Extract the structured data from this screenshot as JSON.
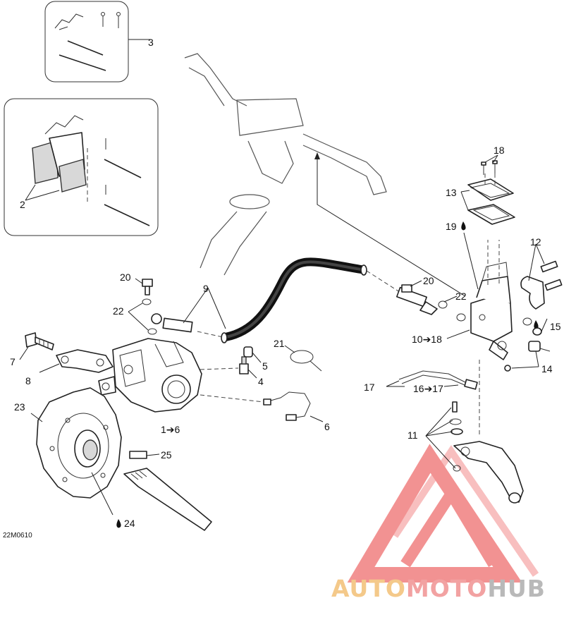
{
  "diagram": {
    "drawing_code": "22M0610",
    "callouts": [
      {
        "id": "c2",
        "text": "2"
      },
      {
        "id": "c3",
        "text": "3"
      },
      {
        "id": "c4",
        "text": "4"
      },
      {
        "id": "c5",
        "text": "5"
      },
      {
        "id": "c6",
        "text": "6"
      },
      {
        "id": "c7",
        "text": "7"
      },
      {
        "id": "c8",
        "text": "8"
      },
      {
        "id": "c9",
        "text": "9"
      },
      {
        "id": "c10",
        "text": "10➔18"
      },
      {
        "id": "c11",
        "text": "11"
      },
      {
        "id": "c12",
        "text": "12"
      },
      {
        "id": "c13",
        "text": "13"
      },
      {
        "id": "c14",
        "text": "14"
      },
      {
        "id": "c15",
        "text": "15"
      },
      {
        "id": "c16",
        "text": "16➔17"
      },
      {
        "id": "c17",
        "text": "17"
      },
      {
        "id": "c18",
        "text": "18"
      },
      {
        "id": "c19",
        "text": "19"
      },
      {
        "id": "c20a",
        "text": "20"
      },
      {
        "id": "c20b",
        "text": "20"
      },
      {
        "id": "c21",
        "text": "21"
      },
      {
        "id": "c22a",
        "text": "22"
      },
      {
        "id": "c22b",
        "text": "22"
      },
      {
        "id": "c23",
        "text": "23"
      },
      {
        "id": "c24",
        "text": "24"
      },
      {
        "id": "c25",
        "text": "25"
      },
      {
        "id": "c1",
        "text": "1➔6"
      }
    ],
    "drop_icon": "drop-icon"
  },
  "watermark": {
    "word_a": "AUTO",
    "word_b": "MOTO",
    "word_c": "HUB",
    "colors": {
      "auto": "#f4c98a",
      "moto": "#f2a2a2",
      "hub": "#b9b9b9",
      "logo": "#f08080"
    }
  }
}
